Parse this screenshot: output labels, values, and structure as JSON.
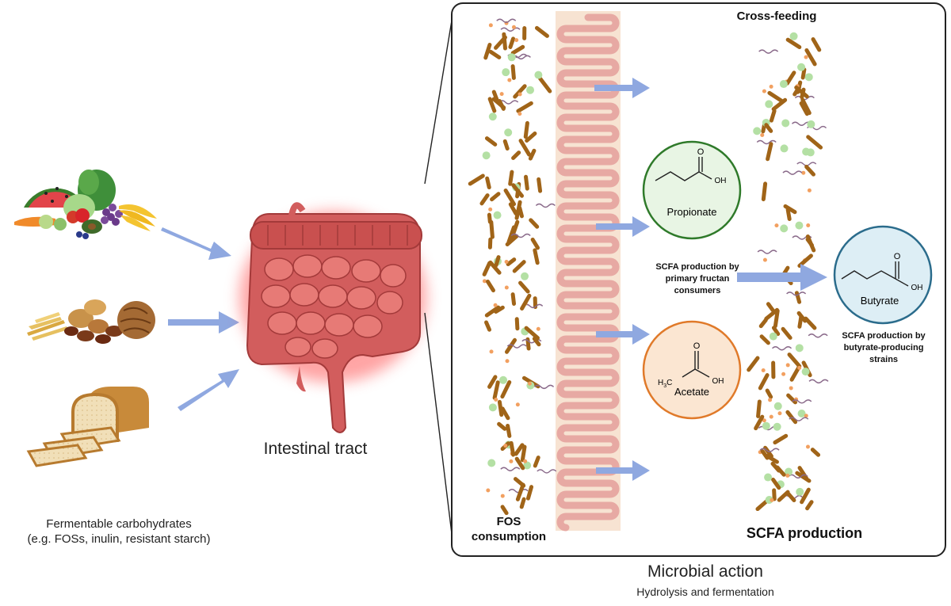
{
  "foods": {
    "caption_line1": "Fermentable carbohydrates",
    "caption_line2": "(e.g. FOSs, inulin, resistant starch)"
  },
  "intestine": {
    "caption": "Intestinal tract"
  },
  "microbial_box": {
    "cross_feeding": "Cross-feeding",
    "fos_line1": "FOS",
    "fos_line2": "consumption",
    "scfa_production": "SCFA production",
    "primary_line1": "SCFA production by",
    "primary_line2": "primary fructan",
    "primary_line3": "consumers",
    "butyrate_strains_line1": "SCFA production by",
    "butyrate_strains_line2": "butyrate-producing",
    "butyrate_strains_line3": "strains"
  },
  "molecules": {
    "propionate": {
      "name": "Propionate",
      "atom_o": "O",
      "atom_oh": "OH",
      "ring_color": "#2f7a2a",
      "fill_color": "#e8f5e4"
    },
    "acetate": {
      "name": "Acetate",
      "atom_o": "O",
      "atom_oh": "OH",
      "atom_ch3": "H",
      "ch3_sub": "3",
      "ch3_c": "C",
      "ring_color": "#e07a2a",
      "fill_color": "#fbe6d2"
    },
    "butyrate": {
      "name": "Butyrate",
      "atom_o": "O",
      "atom_oh": "OH",
      "ring_color": "#2b6c8c",
      "fill_color": "#ddeef5"
    }
  },
  "footer": {
    "title": "Microbial action",
    "subtitle": "Hydrolysis and fermentation"
  },
  "colors": {
    "arrow": "#8fa8e0",
    "bacteria_rod": "#a06418",
    "coccus_green": "#b4e0a4",
    "coccus_orange": "#f2a060",
    "epithelium": "#f7e3d2",
    "villus": "#e7a9a3",
    "intestine": "#d25d5d",
    "intestine_dark": "#a33a3a",
    "glow": "#ff5a5a"
  }
}
